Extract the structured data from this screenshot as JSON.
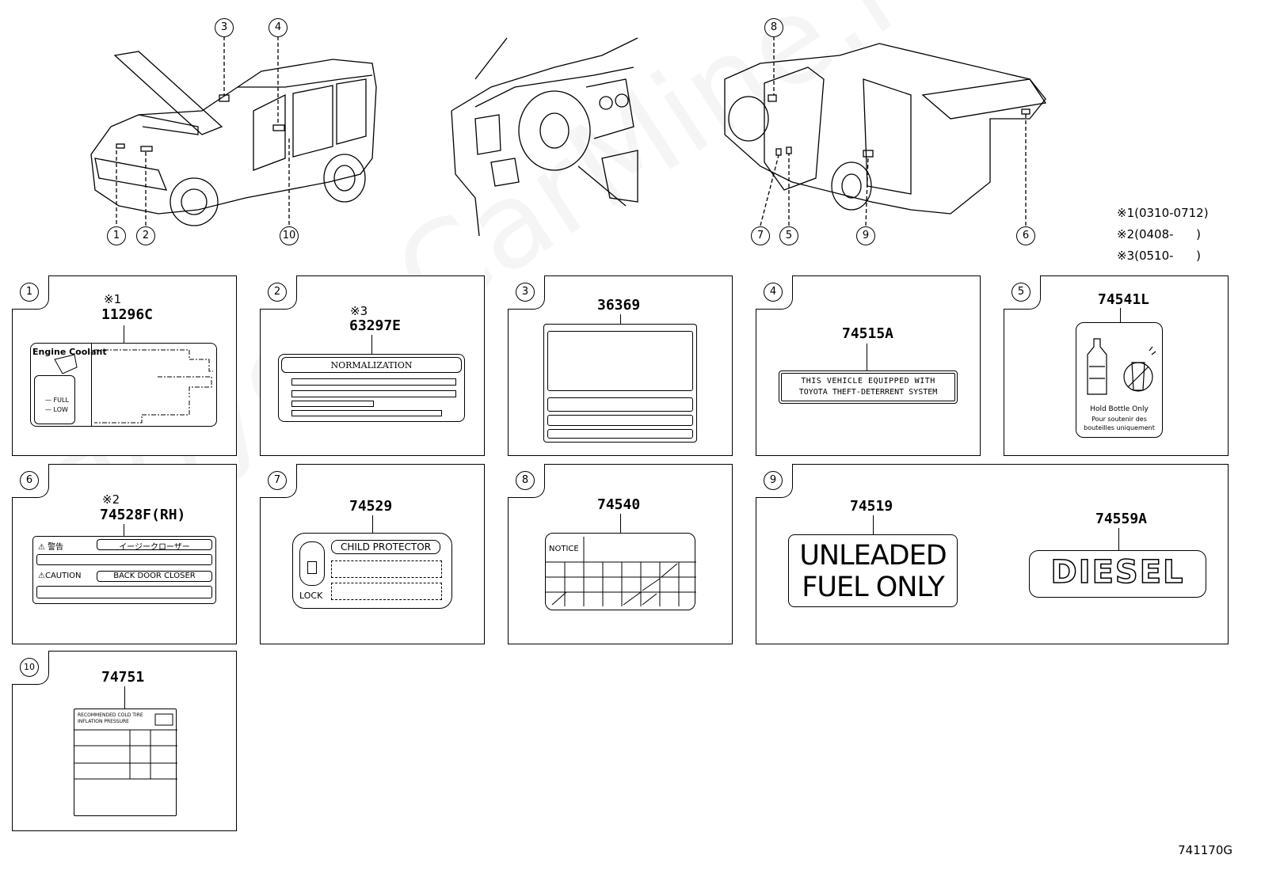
{
  "watermark": "ToyotaCarMine.ru",
  "callouts": {
    "c1": "1",
    "c2": "2",
    "c3": "3",
    "c4": "4",
    "c5": "5",
    "c6": "6",
    "c7": "7",
    "c8": "8",
    "c9": "9",
    "c10": "10"
  },
  "legend": [
    "※1(0310-0712)",
    "※2(0408-      )",
    "※3(0510-      )"
  ],
  "panels": {
    "p1": {
      "num": "1",
      "note": "※1",
      "part": "11296C",
      "text_engine_coolant": "Engine Coolant",
      "text_full": "— FULL",
      "text_low": "— LOW"
    },
    "p2": {
      "num": "2",
      "note": "※3",
      "part": "63297E",
      "text_title": "NORMALIZATION"
    },
    "p3": {
      "num": "3",
      "part": "36369"
    },
    "p4": {
      "num": "4",
      "part": "74515A",
      "text_line1": "THIS VEHICLE EQUIPPED WITH",
      "text_line2": "TOYOTA THEFT-DETERRENT SYSTEM"
    },
    "p5": {
      "num": "5",
      "part": "74541L",
      "text_line1": "Hold Bottle Only",
      "text_line2": "Pour soutenir des",
      "text_line3": "bouteilles uniquement"
    },
    "p6": {
      "num": "6",
      "note": "※2",
      "part": "74528F(RH)",
      "text_warn_jp": "警告",
      "text_jp": "イージークローザー",
      "text_caution": "CAUTION",
      "text_closer": "BACK DOOR CLOSER"
    },
    "p7": {
      "num": "7",
      "part": "74529",
      "text_title": "CHILD PROTECTOR",
      "text_lock": "LOCK"
    },
    "p8": {
      "num": "8",
      "part": "74540",
      "text_notice": "NOTICE"
    },
    "p9": {
      "num": "9",
      "part_a": "74519",
      "text_a1": "UNLEADED",
      "text_a2": "FUEL ONLY",
      "part_b": "74559A",
      "text_b": "DIESEL"
    },
    "p10": {
      "num": "10",
      "part": "74751",
      "text_line1": "RECOMMENDED COLD TIRE",
      "text_line2": "INFLATION PRESSURE"
    }
  },
  "diagram_code": "741170G"
}
